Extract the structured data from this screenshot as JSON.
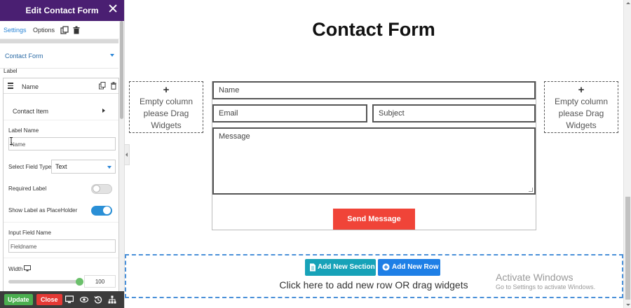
{
  "panel": {
    "title": "Edit Contact Form",
    "tabs": [
      "Settings",
      "Options"
    ],
    "section_title": "Contact Form",
    "label_caption": "Label",
    "item": {
      "name": "Name",
      "group_title": "Contact Item",
      "label_name": {
        "label": "Label Name",
        "value": "Name"
      },
      "field_type": {
        "label": "Select Field Type",
        "value": "Text"
      },
      "required": {
        "label": "Required Label",
        "on": false
      },
      "placeholder": {
        "label": "Show Label as PlaceHolder",
        "on": true
      },
      "input_name": {
        "label": "Input Field Name",
        "value": "Fieldname"
      },
      "width": {
        "label": "Width",
        "value": "100"
      }
    },
    "footer": {
      "update": "Update",
      "close": "Close"
    }
  },
  "canvas": {
    "title": "Contact Form",
    "empty_column": {
      "plus": "+",
      "line1": "Empty column",
      "line2": "please Drag",
      "line3": "Widgets"
    },
    "form": {
      "name_placeholder": "Name",
      "email_placeholder": "Email",
      "subject_placeholder": "Subject",
      "message_placeholder": "Message",
      "submit": "Send Message"
    },
    "add_section": "Add New Section",
    "add_row": "Add New Row",
    "add_hint": "Click here to add new row OR drag widgets"
  },
  "watermark": {
    "title": "Activate Windows",
    "subtitle": "Go to Settings to activate Windows."
  },
  "colors": {
    "panel_header": "#4a1f72",
    "accent_blue": "#2a85d6",
    "send_button": "#f04438",
    "add_section_button": "#17a2b8",
    "add_row_button": "#1e7fe6",
    "update_button": "#4caf50",
    "close_button": "#e53935"
  }
}
